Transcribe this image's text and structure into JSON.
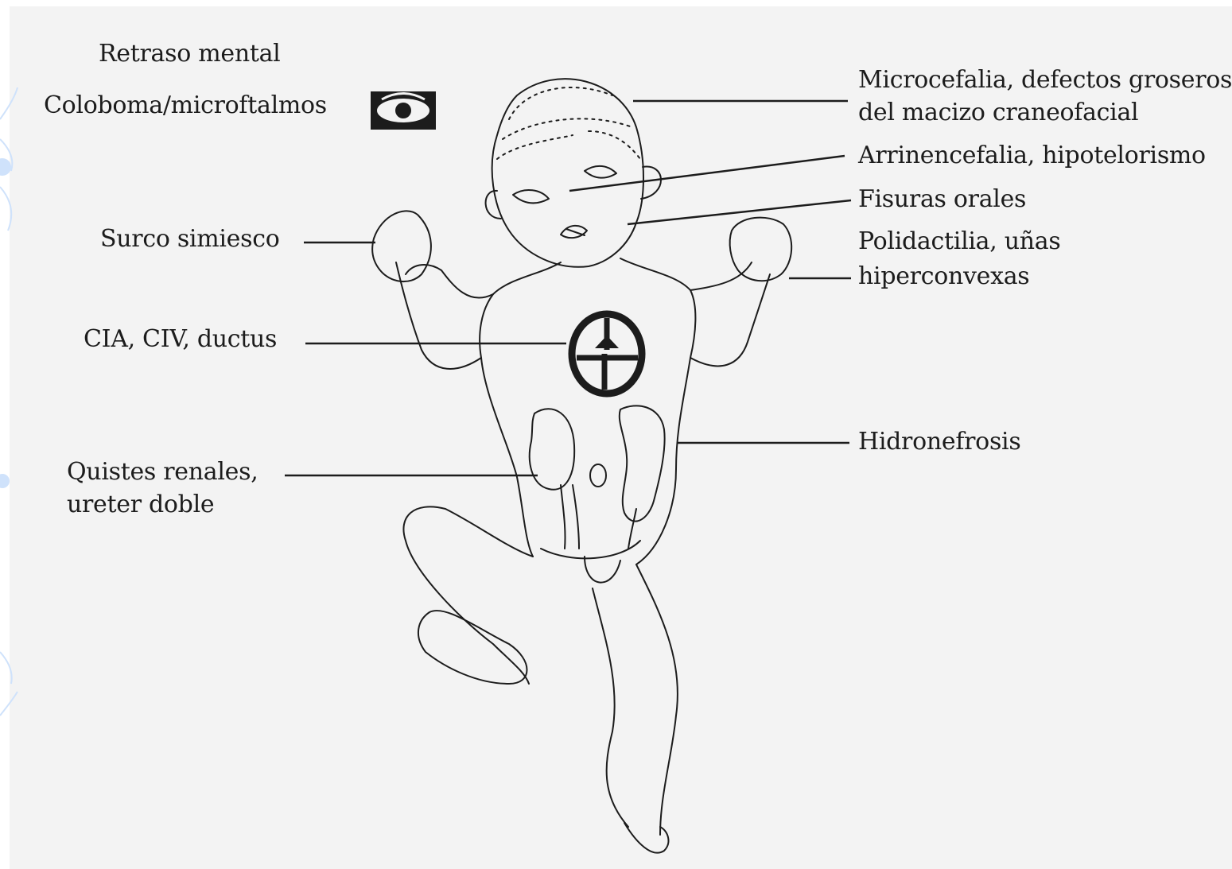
{
  "colors": {
    "background": "#f3f3f3",
    "ink": "#1c1c1c",
    "accent": "#cfe2fb"
  },
  "icons": [
    "eye-icon",
    "heart-icon",
    "kidney-icon"
  ],
  "labels": {
    "retraso": "Retraso mental",
    "coloboma": "Coloboma/microftalmos",
    "surco": "Surco simiesco",
    "cia": "CIA, CIV, ductus",
    "quistes_1": "Quistes renales,",
    "quistes_2": "ureter doble",
    "microcefalia_1": "Microcefalia, defectos groseros",
    "microcefalia_2": "del macizo craneofacial",
    "arrinencefalia": "Arrinencefalia, hipotelorismo",
    "fisuras": "Fisuras orales",
    "polidactilia_1": "Polidactilia, uñas",
    "polidactilia_2": "hiperconvexas",
    "hidronefrosis": "Hidronefrosis"
  }
}
